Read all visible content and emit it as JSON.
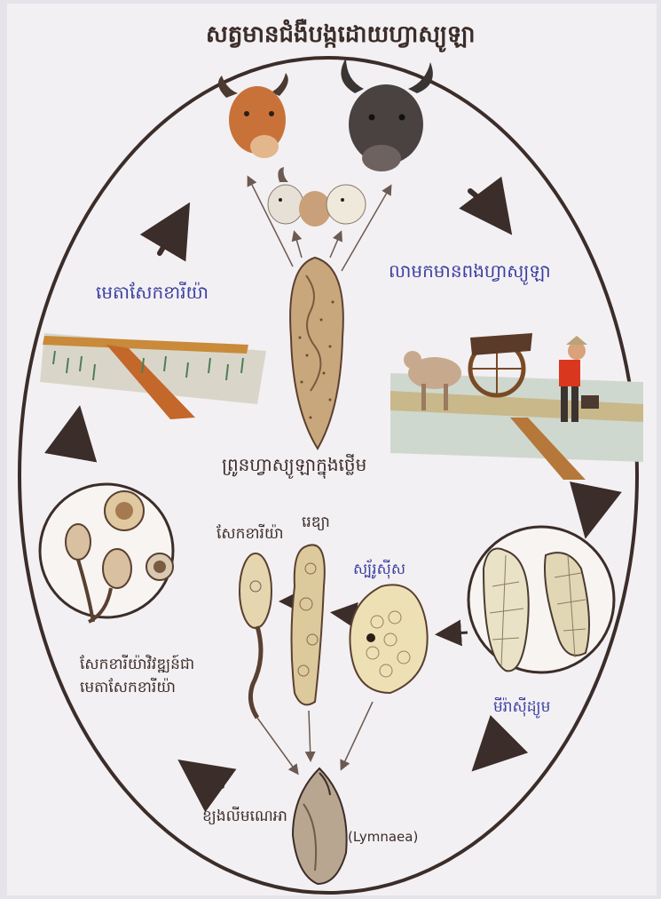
{
  "title": "សត្វមានជំងឺបង្កដោយហ្វាស្យូឡា",
  "labels": {
    "adult_fluke": "ព្រូនហ្វាស្យូឡាក្នុងថ្លើម",
    "feces_eggs": "លាមកមានពងហ្វាស្យូឡា",
    "metacercaria": "មេតាសែកខារីយ៉ា",
    "miracidium": "មីរ៉ាស៊ីដ្យូម",
    "sporocyst": "ស្ប័រូស៊ីស",
    "redia": "រេឌ្យា",
    "cercaria": "សែកខារីយ៉ា",
    "cercaria_to_meta": "សែកខារីយ៉ាវិវឌ្ឍន៍ជា មេតាសែកខារីយ៉ា",
    "snail": "ខ្យងលីមណេអា",
    "snail_latin": "(Lymnaea)"
  },
  "colors": {
    "ink": "#3b2d29",
    "label_blue": "#3a3fa0",
    "paper": "#f3f0f3",
    "fluke": "#c9a77c"
  },
  "icons": [
    "cow",
    "buffalo",
    "goats",
    "fluke",
    "farmer-with-ox-cart",
    "rice-field",
    "eggs",
    "snail",
    "cercariae"
  ]
}
